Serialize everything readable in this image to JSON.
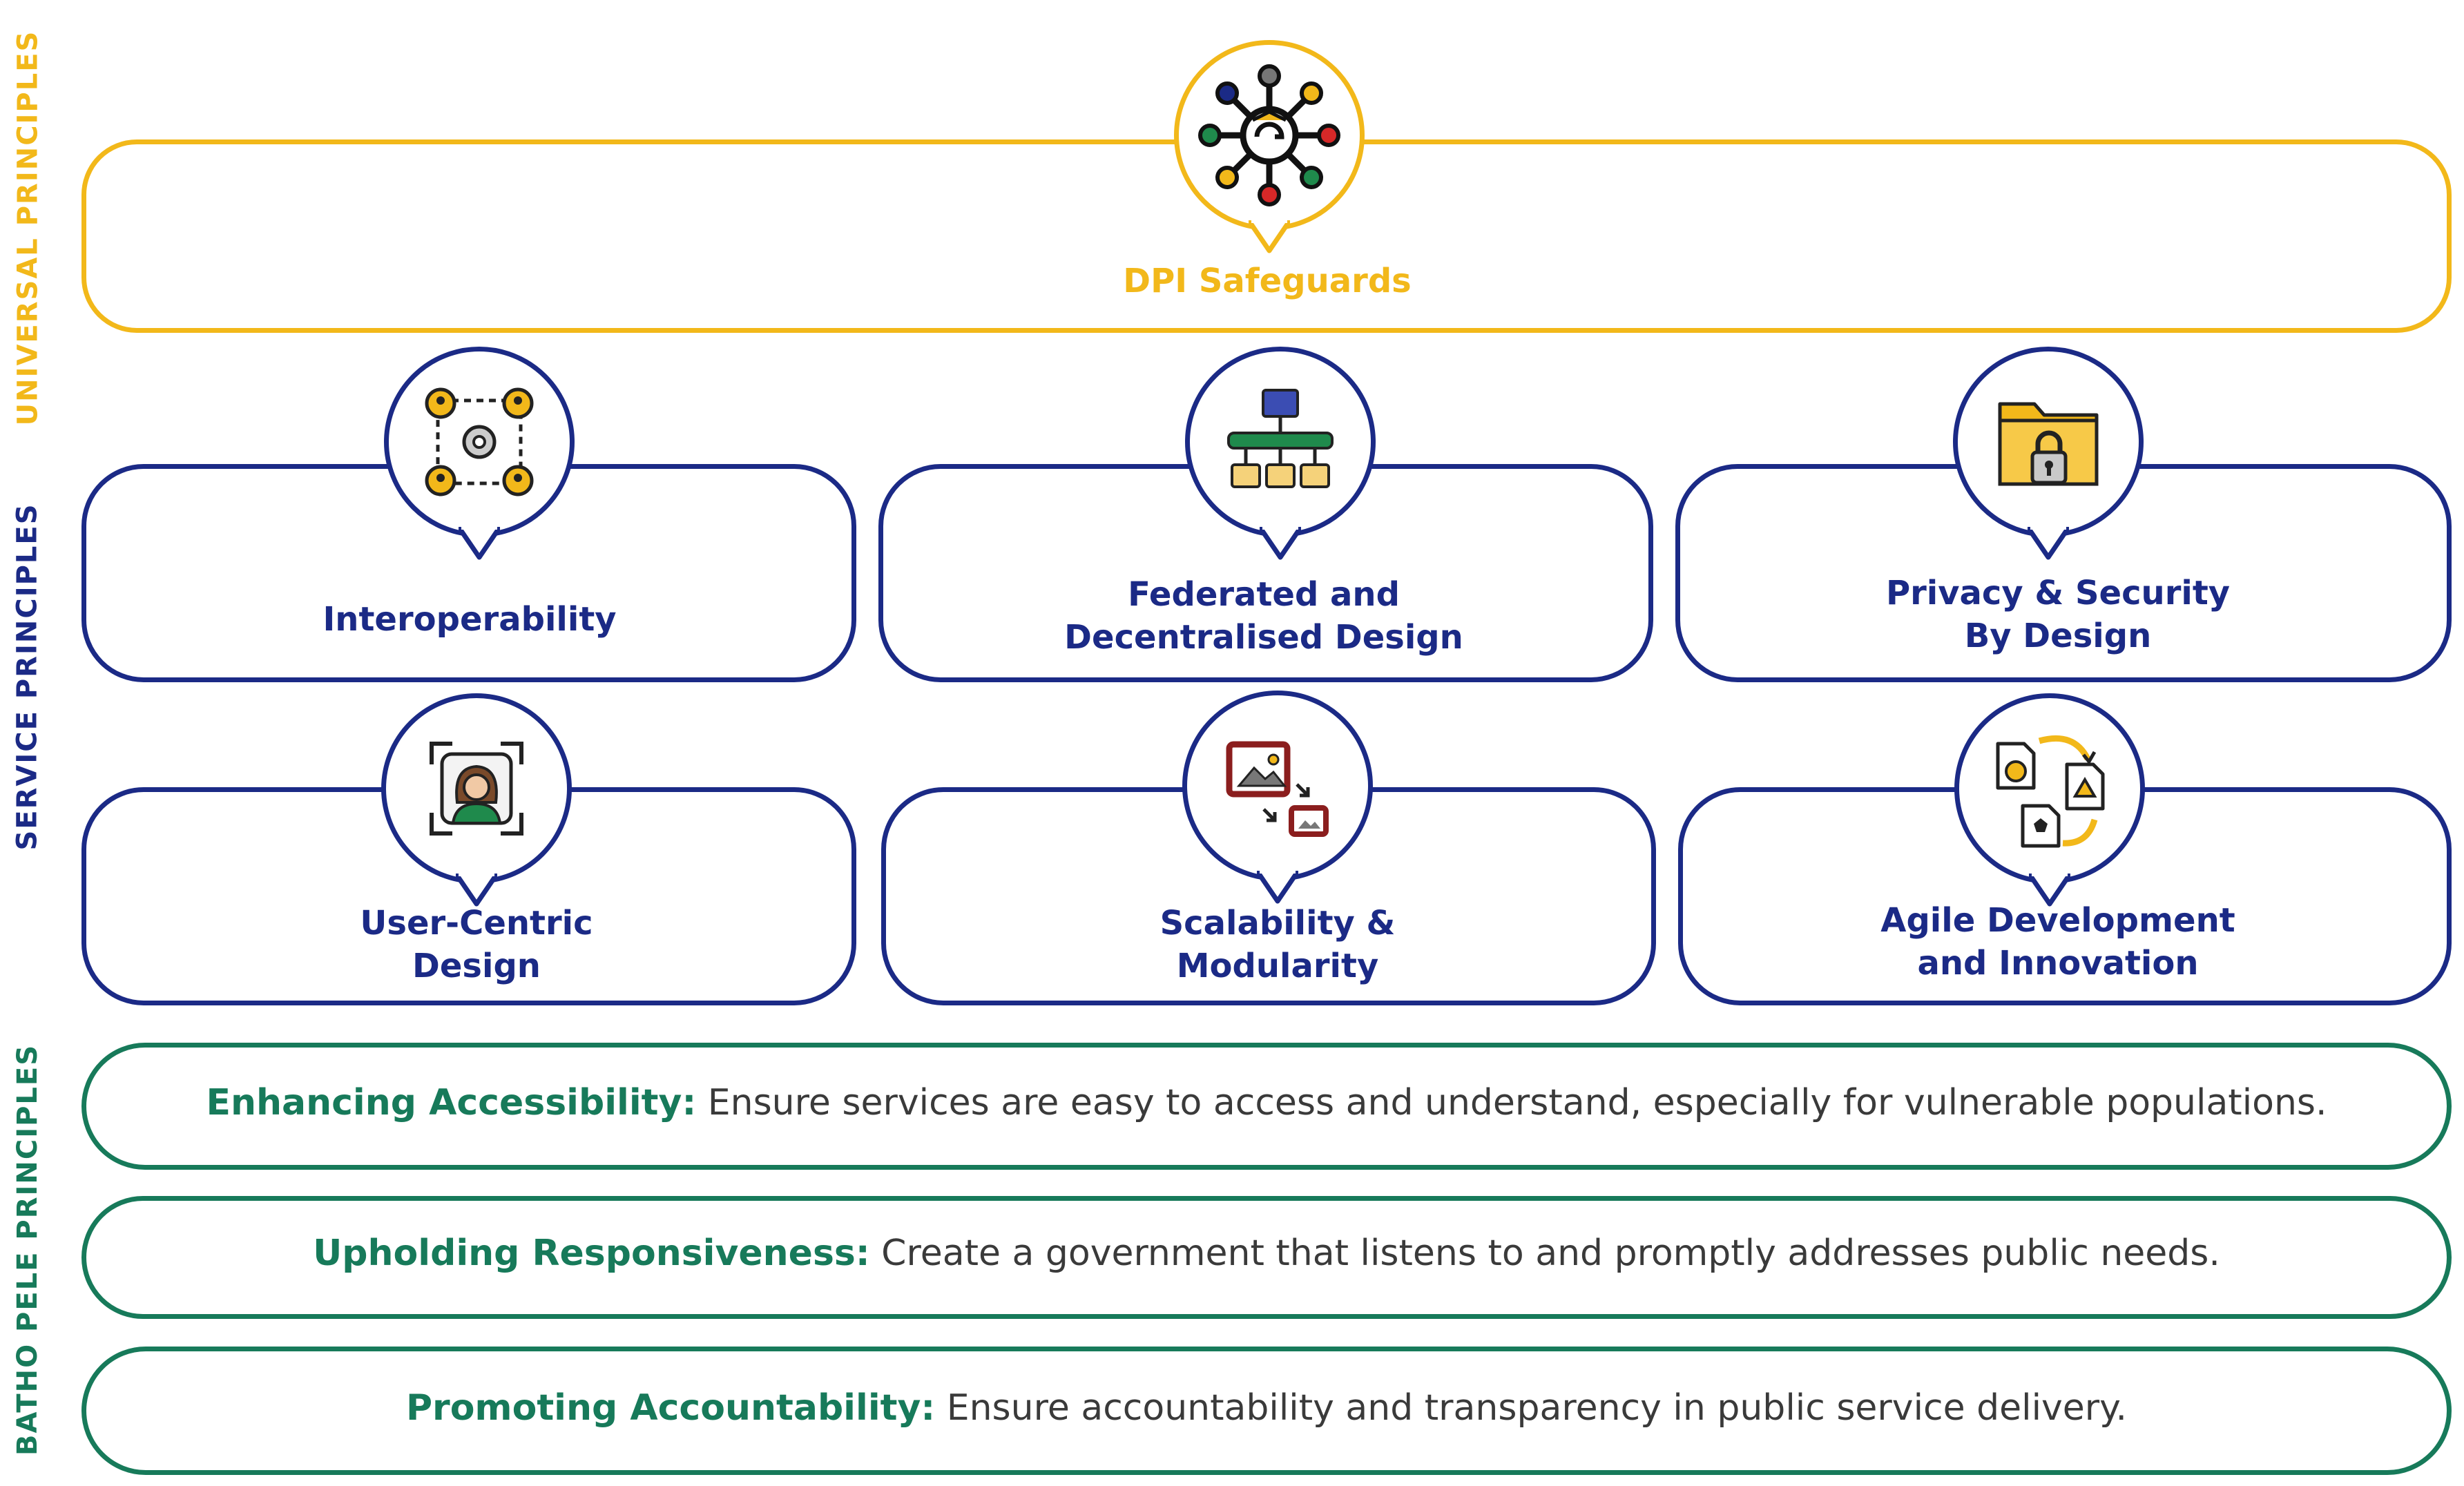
{
  "side_labels": {
    "universal": "UNIVERSAL PRINCIPLES",
    "service": "SERVICE PRINCIPLES",
    "batho_pele": "BATHO PELE PRINCIPLES"
  },
  "universal": {
    "title": "DPI Safeguards",
    "icon": "network-hub-icon"
  },
  "service_principles": [
    {
      "line1": "Interoperability",
      "line2": "",
      "icon": "connected-users-gear-icon"
    },
    {
      "line1": "Federated and",
      "line2": "Decentralised Design",
      "icon": "folder-hierarchy-icon"
    },
    {
      "line1": "Privacy & Security",
      "line2": "By Design",
      "icon": "locked-folder-icon"
    },
    {
      "line1": "User-Centric",
      "line2": "Design",
      "icon": "user-focus-icon"
    },
    {
      "line1": "Scalability &",
      "line2": "Modularity",
      "icon": "image-scale-icon"
    },
    {
      "line1": "Agile Development",
      "line2": "and Innovation",
      "icon": "documents-cycle-icon"
    }
  ],
  "batho_pele": [
    {
      "title": "Enhancing Accessibility:",
      "text": " Ensure services are easy to access and understand, especially for vulnerable populations."
    },
    {
      "title": "Upholding Responsiveness:",
      "text": " Create a government that listens to and promptly addresses public needs."
    },
    {
      "title": "Promoting Accountability:",
      "text": " Ensure accountability and transparency in public service delivery."
    }
  ],
  "colors": {
    "gold": "#f2b81a",
    "navy": "#1b2a86",
    "green": "#177a5a"
  }
}
